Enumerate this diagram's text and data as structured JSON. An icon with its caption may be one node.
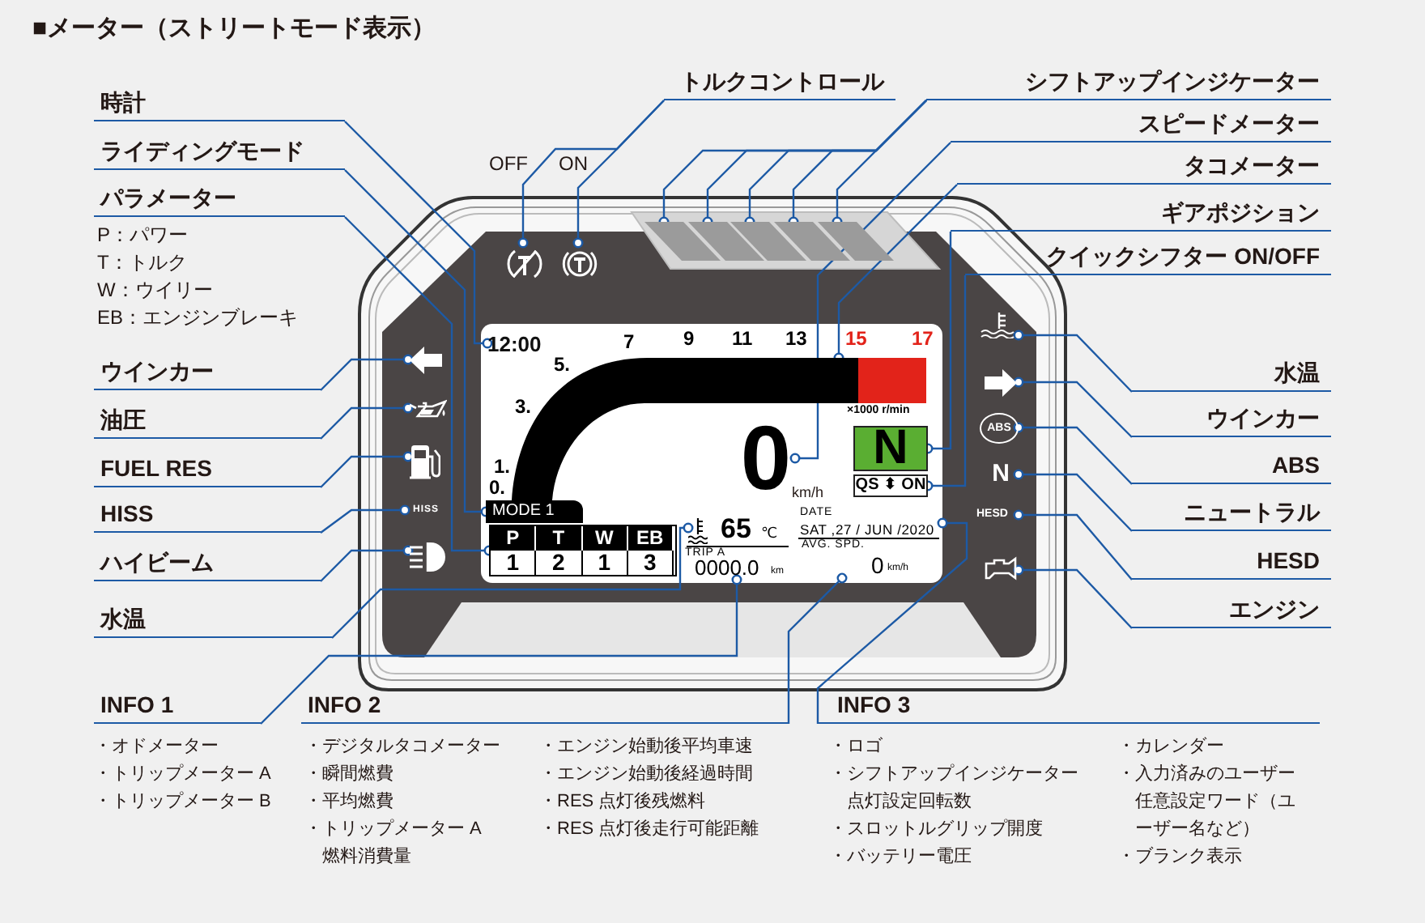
{
  "diagram": {
    "title": "■メーター（ストリートモード表示）",
    "nodes": [
      {
        "text": [
          "時計"
        ]
      },
      {
        "text": [
          "ライディングモード"
        ]
      },
      {
        "text": [
          "パラメーター"
        ],
        "beside": [
          "P：パワー",
          "T：トルク",
          "W：ウイリー",
          "EB：エンジンブレーキ"
        ]
      },
      {
        "text": [
          "トルクコントロール"
        ]
      },
      {
        "text": [
          "シフトアップインジケーター"
        ]
      },
      {
        "text": [
          "スピードメーター"
        ]
      },
      {
        "text": [
          "タコメーター"
        ]
      },
      {
        "text": [
          "ギアポジション"
        ]
      },
      {
        "text": [
          "クイックシフター ON/OFF"
        ]
      },
      {
        "text": [
          "ウインカー"
        ]
      },
      {
        "text": [
          "油圧"
        ]
      },
      {
        "text": [
          "FUEL RES"
        ]
      },
      {
        "text": [
          "HISS"
        ]
      },
      {
        "text": [
          "ハイビーム"
        ]
      },
      {
        "text": [
          "水温"
        ]
      },
      {
        "text": [
          "水温"
        ]
      },
      {
        "text": [
          "ウインカー"
        ]
      },
      {
        "text": [
          "ABS"
        ]
      },
      {
        "text": [
          "ニュートラル"
        ]
      },
      {
        "text": [
          "HESD"
        ]
      },
      {
        "text": [
          "エンジン"
        ]
      },
      {
        "text": [
          "INFO 1"
        ],
        "beside": [
          "・オドメーター",
          "・トリップメーター A",
          "・トリップメーター B"
        ]
      },
      {
        "text": [
          "INFO 2"
        ],
        "beside": [
          "・デジタルタコメーター",
          "・瞬間燃費",
          "・平均燃費",
          "・トリップメーター A 燃料消費量",
          "・エンジン始動後平均車速",
          "・エンジン始動後経過時間",
          "・RES 点灯後残燃料",
          "・RES 点灯後走行可能距離"
        ]
      },
      {
        "text": [
          "INFO 3"
        ],
        "beside": [
          "・ロゴ",
          "・シフトアップインジケーター点灯設定回転数",
          "・スロットルグリップ開度",
          "・バッテリー電圧",
          "・カレンダー",
          "・入力済みのユーザー任意設定ワード（ユーザー名など）",
          "・ブランク表示"
        ]
      },
      {
        "text": [],
        "shape": "picture"
      },
      {
        "text": [],
        "shape": "picture"
      },
      {
        "text": [],
        "shape": "bar"
      },
      {
        "text": [],
        "shape": "bar"
      },
      {
        "text": [],
        "shape": "bar"
      },
      {
        "text": [],
        "shape": "bar"
      },
      {
        "text": [],
        "shape": "bar"
      },
      {
        "text": [
          "12:00"
        ]
      },
      {
        "text": [],
        "shape": "bar"
      },
      {
        "text": [
          "0"
        ],
        "beside": [
          "km/h"
        ]
      },
      {
        "text": [
          "N"
        ]
      },
      {
        "text": [
          "QS ⬍ ON"
        ]
      },
      {
        "text": [
          "MODE 1"
        ]
      },
      {
        "text": [
          "P",
          "T",
          "W",
          "EB",
          "1",
          "2",
          "1",
          "3"
        ]
      },
      {
        "text": [],
        "shape": "picture"
      },
      {
        "text": [],
        "shape": "picture"
      },
      {
        "text": [],
        "shape": "picture"
      },
      {
        "text": [
          "HISS"
        ]
      },
      {
        "text": [],
        "shape": "picture"
      },
      {
        "text": [
          "65",
          "℃"
        ]
      },
      {
        "text": [
          "TRIP A",
          "0000.0",
          "km"
        ]
      },
      {
        "text": [
          "AVG. SPD.",
          "0",
          "km/h"
        ]
      },
      {
        "text": [
          "DATE",
          "SAT ,27 / JUN /2020"
        ]
      },
      {
        "text": [],
        "shape": "picture"
      },
      {
        "text": [],
        "shape": "picture"
      },
      {
        "text": [
          "ABS"
        ]
      },
      {
        "text": [
          "N"
        ]
      },
      {
        "text": [
          "HESD"
        ]
      },
      {
        "text": [],
        "shape": "picture"
      }
    ],
    "edges": [
      {
        "from": 0,
        "to": 31,
        "arrow": "other"
      },
      {
        "from": 1,
        "to": 36,
        "arrow": "other"
      },
      {
        "from": 2,
        "to": 37,
        "arrow": "other"
      },
      {
        "from": 3,
        "to": 24,
        "arrow": "other"
      },
      {
        "from": 3,
        "to": 25,
        "arrow": "other"
      },
      {
        "from": 4,
        "to": 26,
        "arrow": "other"
      },
      {
        "from": 4,
        "to": 27,
        "arrow": "other"
      },
      {
        "from": 4,
        "to": 28,
        "arrow": "other"
      },
      {
        "from": 4,
        "to": 29,
        "arrow": "other"
      },
      {
        "from": 4,
        "to": 30,
        "arrow": "other"
      },
      {
        "from": 5,
        "to": 33,
        "arrow": "other"
      },
      {
        "from": 6,
        "to": 32,
        "arrow": "other"
      },
      {
        "from": 7,
        "to": 34,
        "arrow": "other"
      },
      {
        "from": 8,
        "to": 35,
        "arrow": "other"
      },
      {
        "from": 9,
        "to": 38,
        "arrow": "other"
      },
      {
        "from": 10,
        "to": 39,
        "arrow": "other"
      },
      {
        "from": 11,
        "to": 40,
        "arrow": "other"
      },
      {
        "from": 12,
        "to": 41,
        "arrow": "other"
      },
      {
        "from": 13,
        "to": 42,
        "arrow": "other"
      },
      {
        "from": 14,
        "to": 43,
        "arrow": "other"
      },
      {
        "from": 15,
        "to": 47,
        "arrow": "other"
      },
      {
        "from": 16,
        "to": 48,
        "arrow": "other"
      },
      {
        "from": 17,
        "to": 49,
        "arrow": "other"
      },
      {
        "from": 18,
        "to": 50,
        "arrow": "other"
      },
      {
        "from": 19,
        "to": 51,
        "arrow": "other"
      },
      {
        "from": 20,
        "to": 52,
        "arrow": "other"
      },
      {
        "from": 21,
        "to": 44,
        "arrow": "other"
      },
      {
        "from": 22,
        "to": 45,
        "arrow": "other"
      },
      {
        "from": 23,
        "to": 46,
        "arrow": "other"
      }
    ],
    "labels": [
      "0.",
      "1.",
      "3.",
      "5.",
      "7",
      "9",
      "11",
      "13",
      "15",
      "17",
      "×1000 r/min",
      "OFF",
      "ON"
    ]
  }
}
